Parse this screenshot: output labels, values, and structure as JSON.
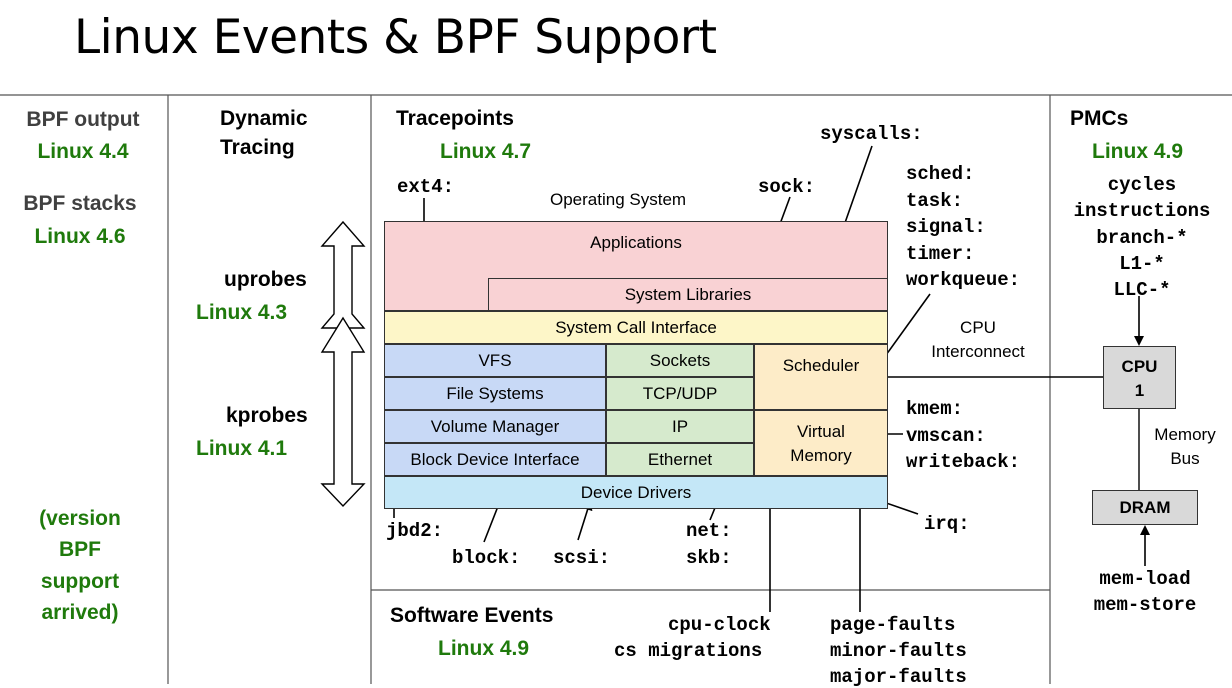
{
  "title": "Linux Events & BPF Support",
  "left": {
    "bpf_output": "BPF output",
    "bpf_output_ver": "Linux 4.4",
    "bpf_stacks": "BPF stacks",
    "bpf_stacks_ver": "Linux 4.6",
    "note": [
      "(version",
      "BPF",
      "support",
      "arrived)"
    ]
  },
  "dynamic": {
    "heading": [
      "Dynamic",
      "Tracing"
    ],
    "uprobes": "uprobes",
    "uprobes_ver": "Linux 4.3",
    "kprobes": "kprobes",
    "kprobes_ver": "Linux 4.1"
  },
  "tracepoints": {
    "heading": "Tracepoints",
    "version": "Linux 4.7",
    "ext4": "ext4:",
    "sock": "sock:",
    "syscalls": "syscalls:",
    "sched_group": [
      "sched:",
      "task:",
      "signal:",
      "timer:",
      "workqueue:"
    ],
    "mem_group": [
      "kmem:",
      "vmscan:",
      "writeback:"
    ],
    "irq": "irq:",
    "jbd2": "jbd2:",
    "block": "block:",
    "scsi": "scsi:",
    "net": "net:",
    "skb": "skb:"
  },
  "os": {
    "label": "Operating System",
    "applications": "Applications",
    "system_libraries": "System Libraries",
    "syscall_interface": "System Call Interface",
    "vfs": "VFS",
    "file_systems": "File Systems",
    "volume_manager": "Volume Manager",
    "block_device_interface": "Block Device Interface",
    "sockets": "Sockets",
    "tcp_udp": "TCP/UDP",
    "ip": "IP",
    "ethernet": "Ethernet",
    "scheduler": "Scheduler",
    "virtual_memory": [
      "Virtual",
      "Memory"
    ],
    "device_drivers": "Device Drivers"
  },
  "software": {
    "heading": "Software Events",
    "version": "Linux 4.9",
    "cpu_events": [
      "cpu-clock",
      "cs migrations"
    ],
    "fault_events": [
      "page-faults",
      "minor-faults",
      "major-faults"
    ]
  },
  "pmcs": {
    "heading": "PMCs",
    "version": "Linux 4.9",
    "events": [
      "cycles",
      "instructions",
      "branch-*",
      "L1-*",
      "LLC-*"
    ],
    "cpu_interconnect": [
      "CPU",
      "Interconnect"
    ],
    "cpu_box": [
      "CPU",
      "1"
    ],
    "memory_bus": [
      "Memory",
      "Bus"
    ],
    "dram": "DRAM",
    "mem_events": [
      "mem-load",
      "mem-store"
    ]
  },
  "colors": {
    "applications": "#f9d2d4",
    "syscall": "#fdf6c8",
    "fs_stack": "#c8d9f6",
    "net_stack": "#d6eacd",
    "sched_mem": "#fdecc8",
    "drivers": "#c4e7f7",
    "hw_box": "#d9d9d9",
    "version_green": "#1f7a0c"
  }
}
